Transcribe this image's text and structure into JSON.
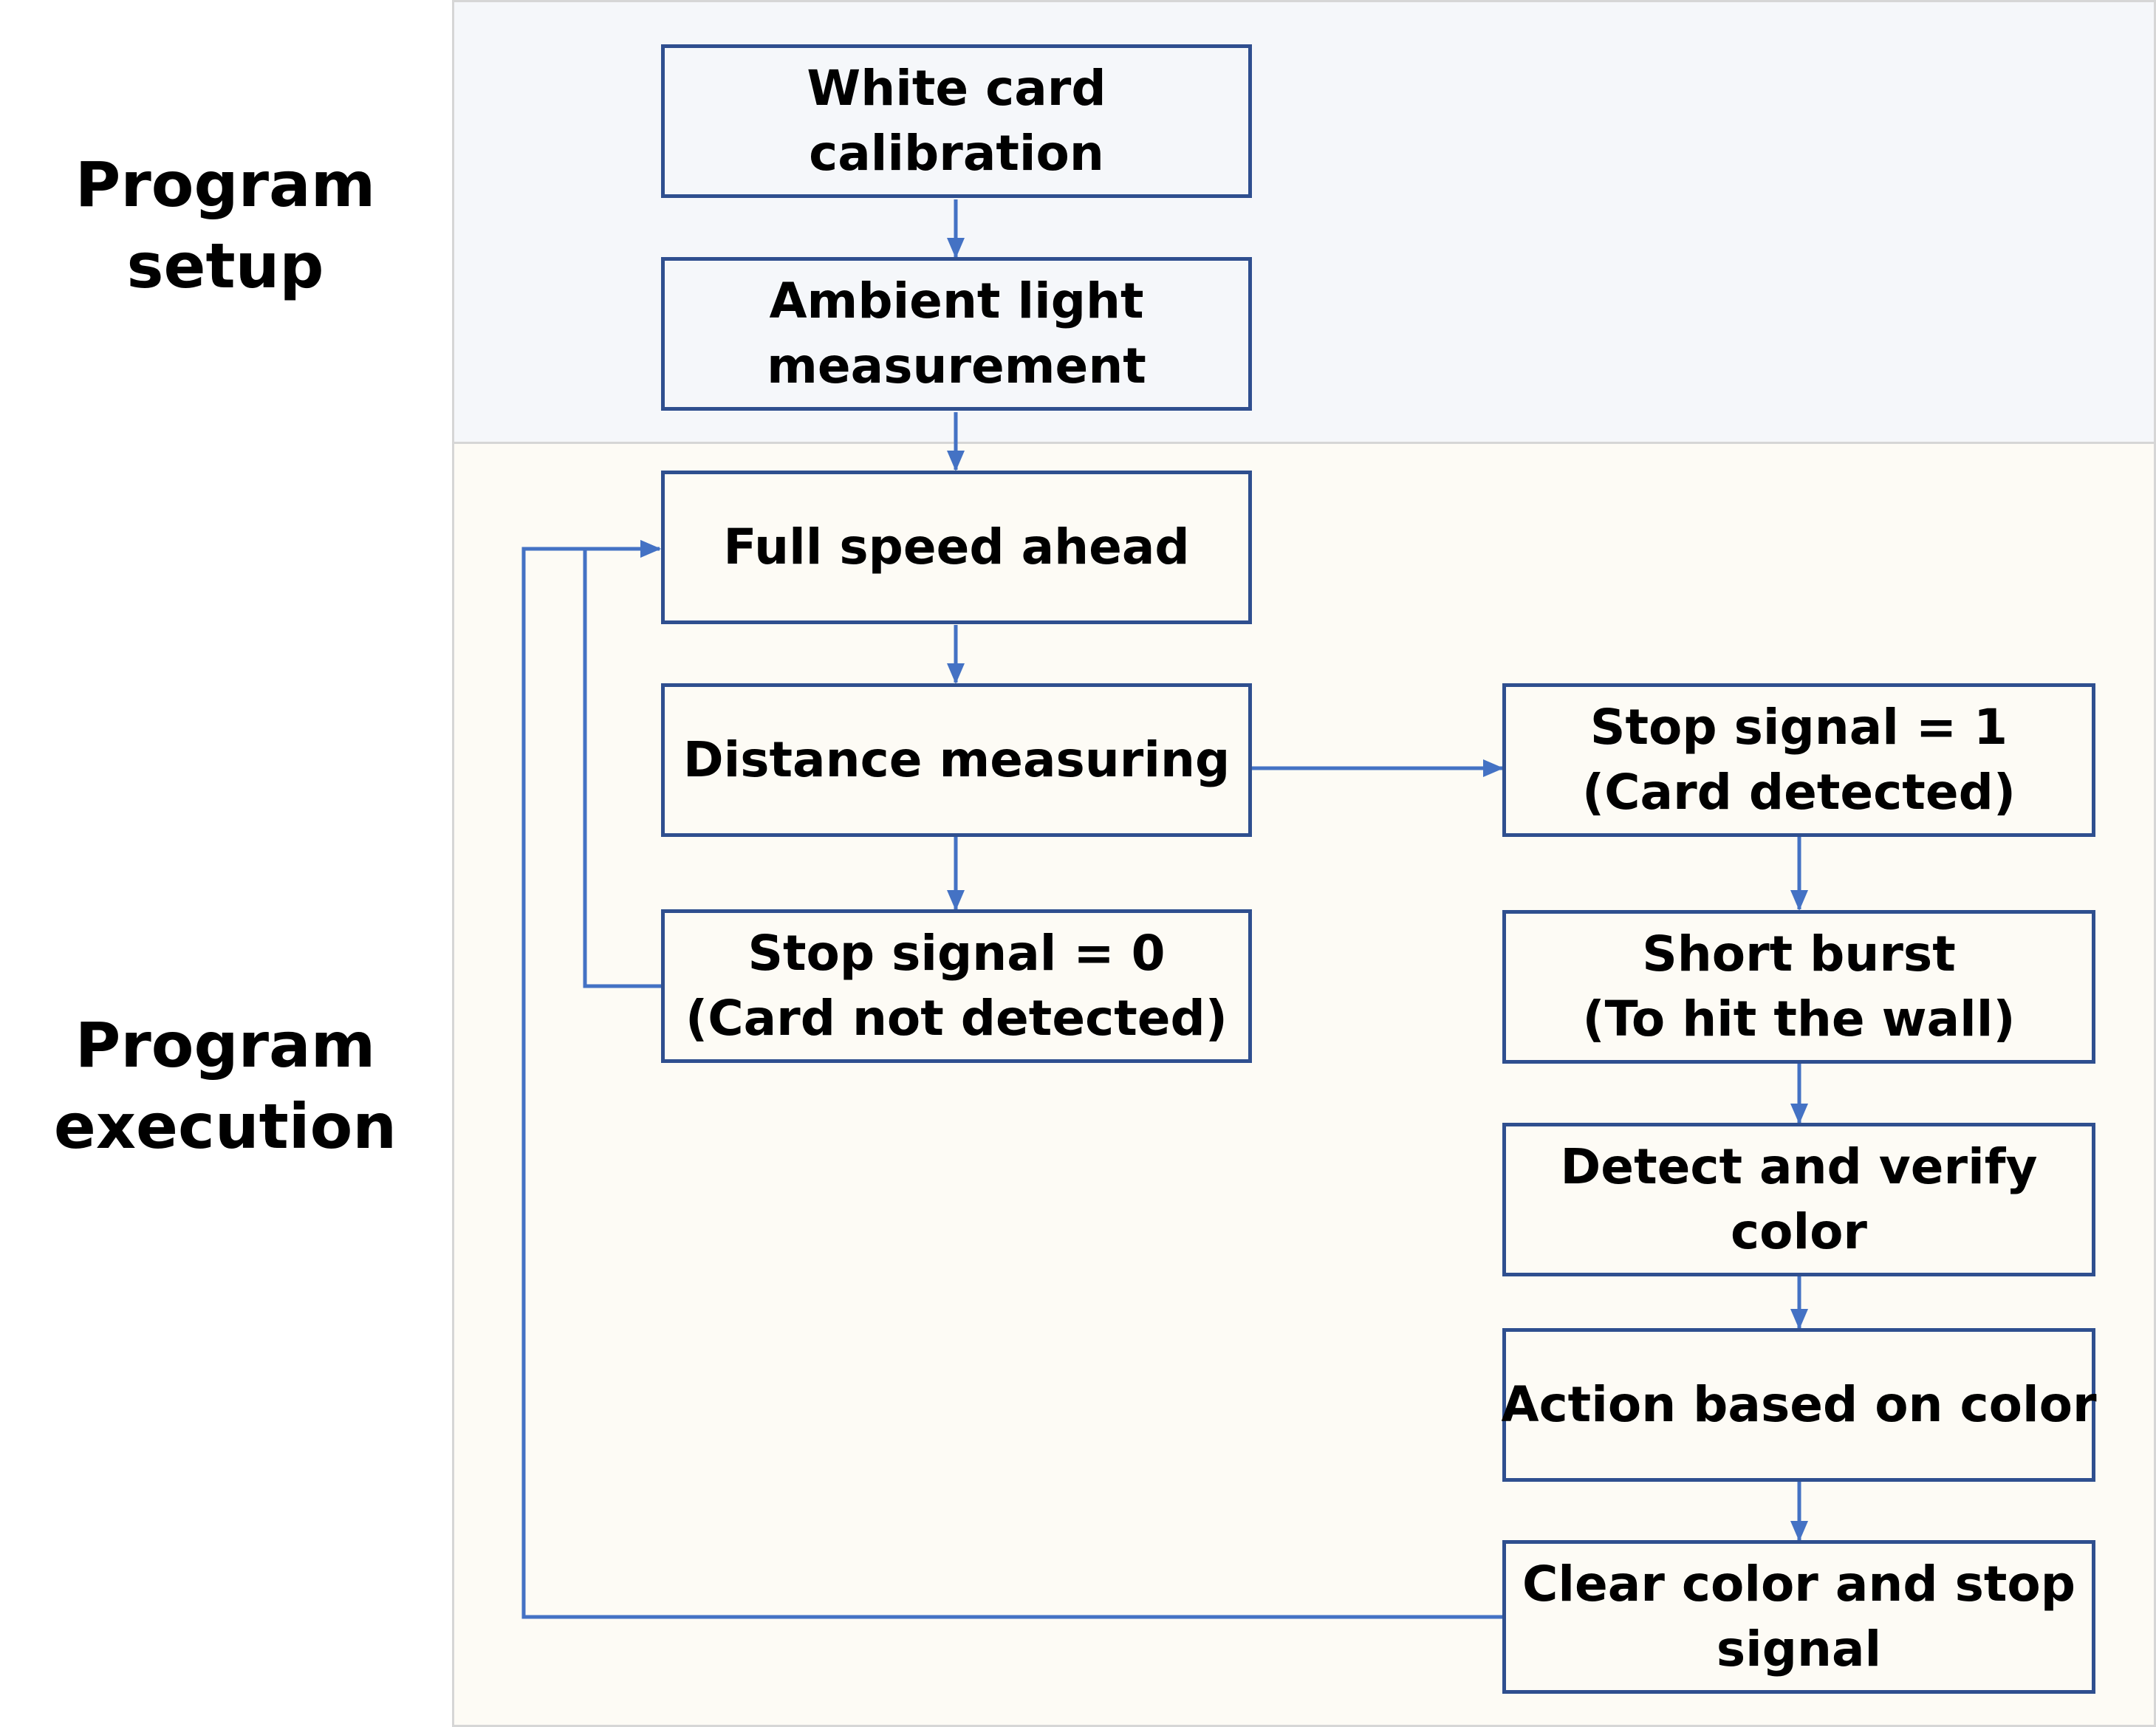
{
  "phases": {
    "setup": [
      "Program",
      "setup"
    ],
    "execution": [
      "Program",
      "execution"
    ]
  },
  "colors": {
    "setup_bg": "#f5f7fa",
    "execution_bg": "#fdfbf5",
    "box_border": "#2f4f8f",
    "arrow": "#4472c4"
  },
  "steps": {
    "white_card": [
      "White card",
      "calibration"
    ],
    "ambient": [
      "Ambient light",
      "measurement"
    ],
    "full_speed": [
      "Full speed ahead"
    ],
    "distance": [
      "Distance measuring"
    ],
    "stop0": [
      "Stop signal = 0",
      "(Card not detected)"
    ],
    "stop1": [
      "Stop signal = 1",
      "(Card detected)"
    ],
    "burst": [
      "Short burst",
      "(To hit the wall)"
    ],
    "detect": [
      "Detect and verify",
      "color"
    ],
    "action": [
      "Action based on color"
    ],
    "clear": [
      "Clear color and stop",
      "signal"
    ]
  }
}
